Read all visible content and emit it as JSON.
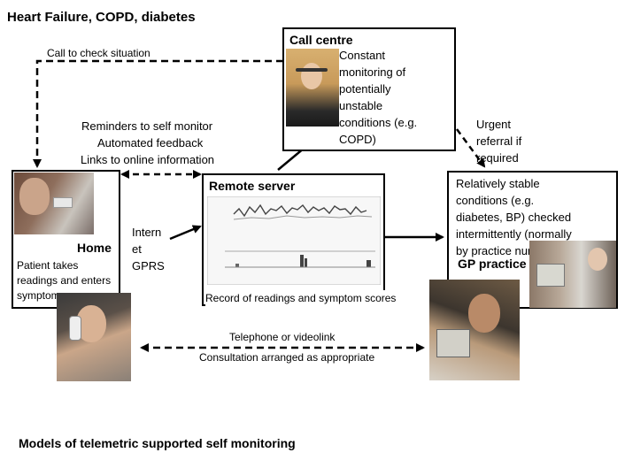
{
  "diagram": {
    "title": "Heart Failure, COPD, diabetes",
    "footer": "Models of telemetric supported self monitoring",
    "call_centre": {
      "title": "Call centre",
      "description": [
        "Constant",
        "monitoring of",
        "potentially",
        "unstable",
        "conditions (e.g.",
        "COPD)"
      ]
    },
    "home": {
      "title": "Home",
      "description": [
        "Patient takes",
        "readings and enters",
        "symptoms"
      ]
    },
    "remote_server": {
      "title": "Remote server",
      "caption": "Record of readings and symptom scores"
    },
    "gp_practice": {
      "title": "GP practice",
      "description": [
        "Relatively stable",
        "conditions (e.g.",
        "diabetes, BP) checked",
        "intermittently (normally",
        "by practice nurse)"
      ]
    },
    "labels": {
      "call_to_check": "Call to check situation",
      "reminders": [
        "Reminders to self monitor",
        "Automated feedback",
        "Links to online information"
      ],
      "internet": [
        "Intern",
        "et",
        "GPRS"
      ],
      "urgent": [
        "Urgent",
        "referral if",
        "required"
      ],
      "telephone": [
        "Telephone or videolink",
        "Consultation arranged as appropriate"
      ]
    }
  }
}
